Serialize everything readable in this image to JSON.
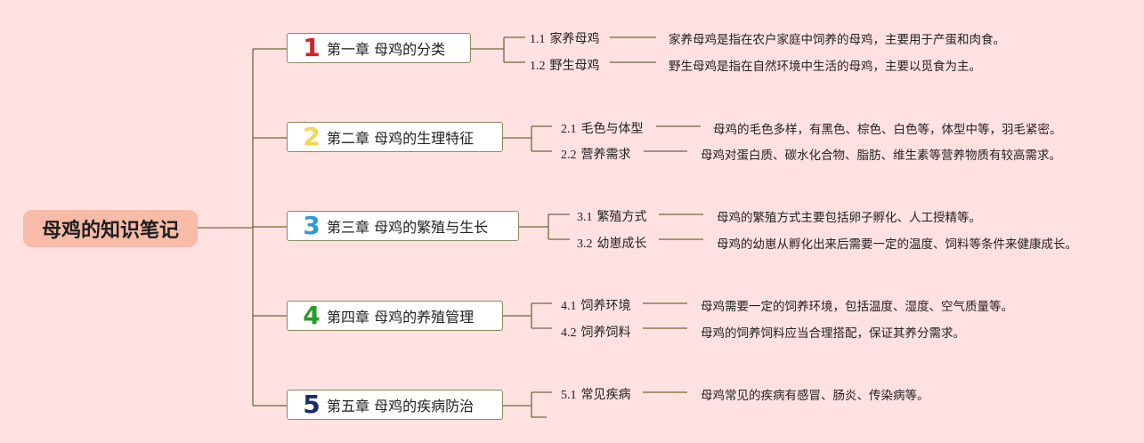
{
  "root": {
    "title": "母鸡的知识笔记"
  },
  "colors": {
    "background": "#ffe1e1",
    "root_fill": "#f7bba8",
    "connector": "#6f6a3a",
    "chapter_numbers": [
      "#d4212a",
      "#f2d84a",
      "#2f9ad8",
      "#2a9a2e",
      "#1a2a6c"
    ]
  },
  "chapters": [
    {
      "number": "1",
      "title": "第一章 母鸡的分类",
      "topics": [
        {
          "code": "1.1",
          "name": "家养母鸡",
          "description": "家养母鸡是指在农户家庭中饲养的母鸡，主要用于产蛋和肉食。"
        },
        {
          "code": "1.2",
          "name": "野生母鸡",
          "description": "野生母鸡是指在自然环境中生活的母鸡，主要以觅食为主。"
        }
      ]
    },
    {
      "number": "2",
      "title": "第二章 母鸡的生理特征",
      "topics": [
        {
          "code": "2.1",
          "name": "毛色与体型",
          "description": "母鸡的毛色多样，有黑色、棕色、白色等，体型中等，羽毛紧密。"
        },
        {
          "code": "2.2",
          "name": "营养需求",
          "description": "母鸡对蛋白质、碳水化合物、脂肪、维生素等营养物质有较高需求。"
        }
      ]
    },
    {
      "number": "3",
      "title": "第三章 母鸡的繁殖与生长",
      "topics": [
        {
          "code": "3.1",
          "name": "繁殖方式",
          "description": "母鸡的繁殖方式主要包括卵子孵化、人工授精等。"
        },
        {
          "code": "3.2",
          "name": "幼崽成长",
          "description": "母鸡的幼崽从孵化出来后需要一定的温度、饲料等条件来健康成长。"
        }
      ]
    },
    {
      "number": "4",
      "title": "第四章 母鸡的养殖管理",
      "topics": [
        {
          "code": "4.1",
          "name": "饲养环境",
          "description": "母鸡需要一定的饲养环境，包括温度、湿度、空气质量等。"
        },
        {
          "code": "4.2",
          "name": "饲养饲料",
          "description": "母鸡的饲养饲料应当合理搭配，保证其养分需求。"
        }
      ]
    },
    {
      "number": "5",
      "title": "第五章 母鸡的疾病防治",
      "topics": [
        {
          "code": "5.1",
          "name": "常见疾病",
          "description": "母鸡常见的疾病有感冒、肠炎、传染病等。"
        }
      ]
    }
  ]
}
